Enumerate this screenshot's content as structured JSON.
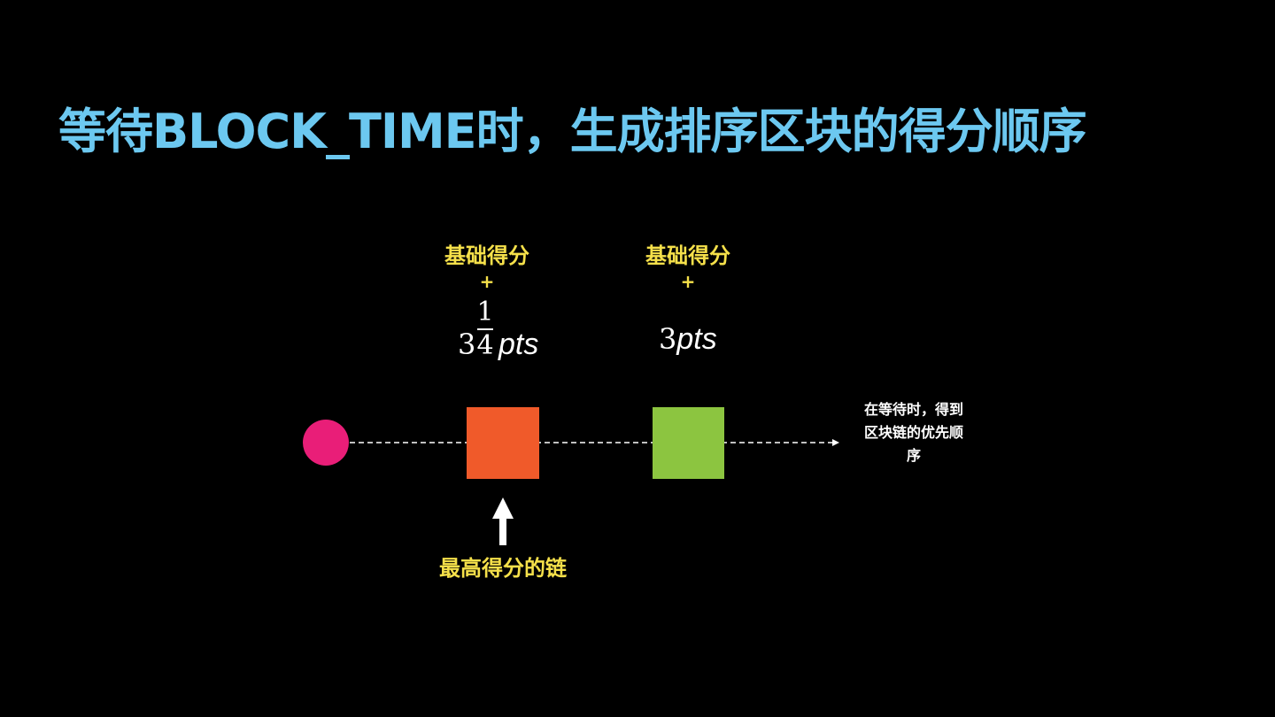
{
  "title": "等待BLOCK_TIME时，生成排序区块的得分顺序",
  "block1": {
    "base_label": "基础得分",
    "plus": "+",
    "whole": "3",
    "frac_num": "1",
    "frac_den": "4",
    "unit": "pts",
    "color": "#f05a2a"
  },
  "block2": {
    "base_label": "基础得分",
    "plus": "+",
    "whole": "3",
    "unit": "pts",
    "color": "#8cc540"
  },
  "start_node_color": "#e91e78",
  "end_note": "在等待时，得到区块链的优先顺序",
  "arrow_label": "最高得分的链"
}
